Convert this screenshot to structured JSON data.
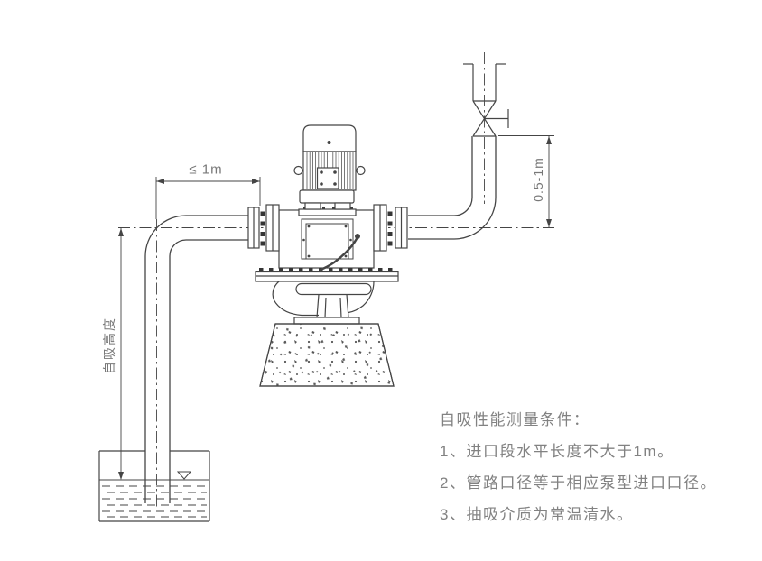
{
  "labels": {
    "inlet_length": "≤ 1m",
    "outlet_height": "0.5-1m",
    "suction_height": "自吸高度"
  },
  "notes": {
    "title": "自吸性能测量条件：",
    "items": [
      "1、进口段水平长度不大于1m。",
      "2、管路口径等于相应泵型进口口径。",
      "3、抽吸介质为常温清水。"
    ]
  },
  "colors": {
    "line": "#454545",
    "text": "#7f7f7f",
    "background": "#ffffff"
  }
}
